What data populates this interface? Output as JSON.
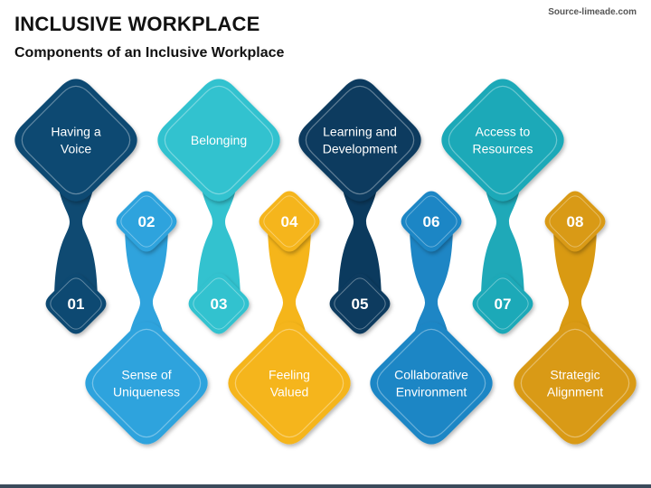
{
  "header": {
    "title": "INCLUSIVE WORKPLACE",
    "subtitle": "Components of an Inclusive Workplace",
    "source": "Source-limeade.com"
  },
  "colors": {
    "navy": "#0f4a72",
    "turquoise": "#33c2cf",
    "dark_navy": "#0b3a5e",
    "teal": "#1fa9b8",
    "sky_blue": "#2fa3dd",
    "yellow": "#f5b51a",
    "blue": "#1e86c5",
    "gold": "#d99a12"
  },
  "components": [
    {
      "number": "01",
      "label_lines": [
        "Having a",
        "Voice"
      ],
      "color": "navy",
      "label_position": "top"
    },
    {
      "number": "02",
      "label_lines": [
        "Sense of",
        "Uniqueness"
      ],
      "color": "sky_blue",
      "label_position": "bottom"
    },
    {
      "number": "03",
      "label_lines": [
        "Belonging"
      ],
      "color": "turquoise",
      "label_position": "top"
    },
    {
      "number": "04",
      "label_lines": [
        "Feeling",
        "Valued"
      ],
      "color": "yellow",
      "label_position": "bottom"
    },
    {
      "number": "05",
      "label_lines": [
        "Learning and",
        "Development"
      ],
      "color": "dark_navy",
      "label_position": "top"
    },
    {
      "number": "06",
      "label_lines": [
        "Collaborative",
        "Environment"
      ],
      "color": "blue",
      "label_position": "bottom"
    },
    {
      "number": "07",
      "label_lines": [
        "Access to",
        "Resources"
      ],
      "color": "teal",
      "label_position": "top"
    },
    {
      "number": "08",
      "label_lines": [
        "Strategic",
        "Alignment"
      ],
      "color": "gold",
      "label_position": "bottom"
    }
  ]
}
